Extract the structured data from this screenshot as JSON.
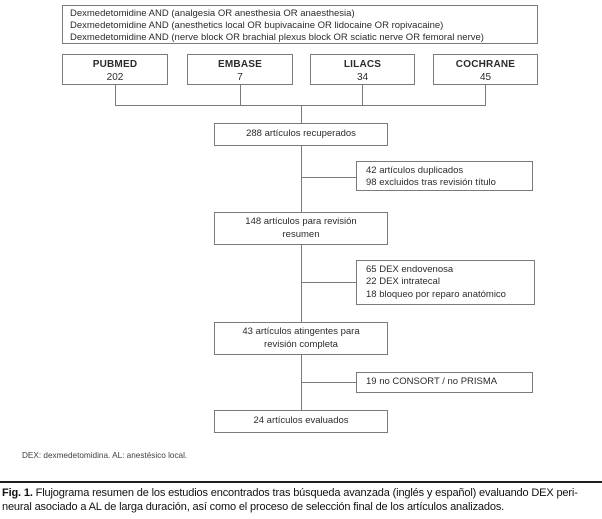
{
  "figure": {
    "type": "prisma-flow-diagram"
  },
  "search_queries": {
    "lines": [
      "Dexmedetomidine AND (analgesia OR anesthesia OR anaesthesia)",
      "Dexmedetomidine AND (anesthetics local OR bupivacaine OR lidocaine OR ropivacaine)",
      "Dexmedetomidine AND (nerve block OR brachial plexus block OR sciatic nerve OR femoral nerve)"
    ]
  },
  "databases": [
    {
      "name": "PUBMED",
      "count": "202"
    },
    {
      "name": "EMBASE",
      "count": "7"
    },
    {
      "name": "LILACS",
      "count": "34"
    },
    {
      "name": "COCHRANE",
      "count": "45"
    }
  ],
  "flow": {
    "retrieved": "288 artículos recuperados",
    "abstract_review_line1": "148 artículos para revisión",
    "abstract_review_line2": "resumen",
    "full_review_line1": "43 artículos atingentes para",
    "full_review_line2": "revisión completa",
    "evaluated": "24 artículos evaluados"
  },
  "exclusions": {
    "box1": [
      "42 artículos duplicados",
      "98 excluidos tras revisión título"
    ],
    "box2": [
      "65 DEX endovenosa",
      "22 DEX intratecal",
      "18 bloqueo por reparo anatómico"
    ],
    "box3": [
      "19 no CONSORT / no PRISMA"
    ]
  },
  "footnote": "DEX: dexmedetomidina. AL: anestésico local.",
  "caption": {
    "label": "Fig. 1.",
    "line1": " Flujograma resumen de los estudios encontrados tras búsqueda avanzada (inglés y español) evaluando DEX peri-",
    "line2": "neural asociado a AL de larga duración, así como el proceso de selección final de los artículos analizados."
  },
  "colors": {
    "border": "#7a7a7a",
    "text": "#2b2b2b",
    "caption_rule": "#1f1f1f",
    "background": "#ffffff"
  }
}
